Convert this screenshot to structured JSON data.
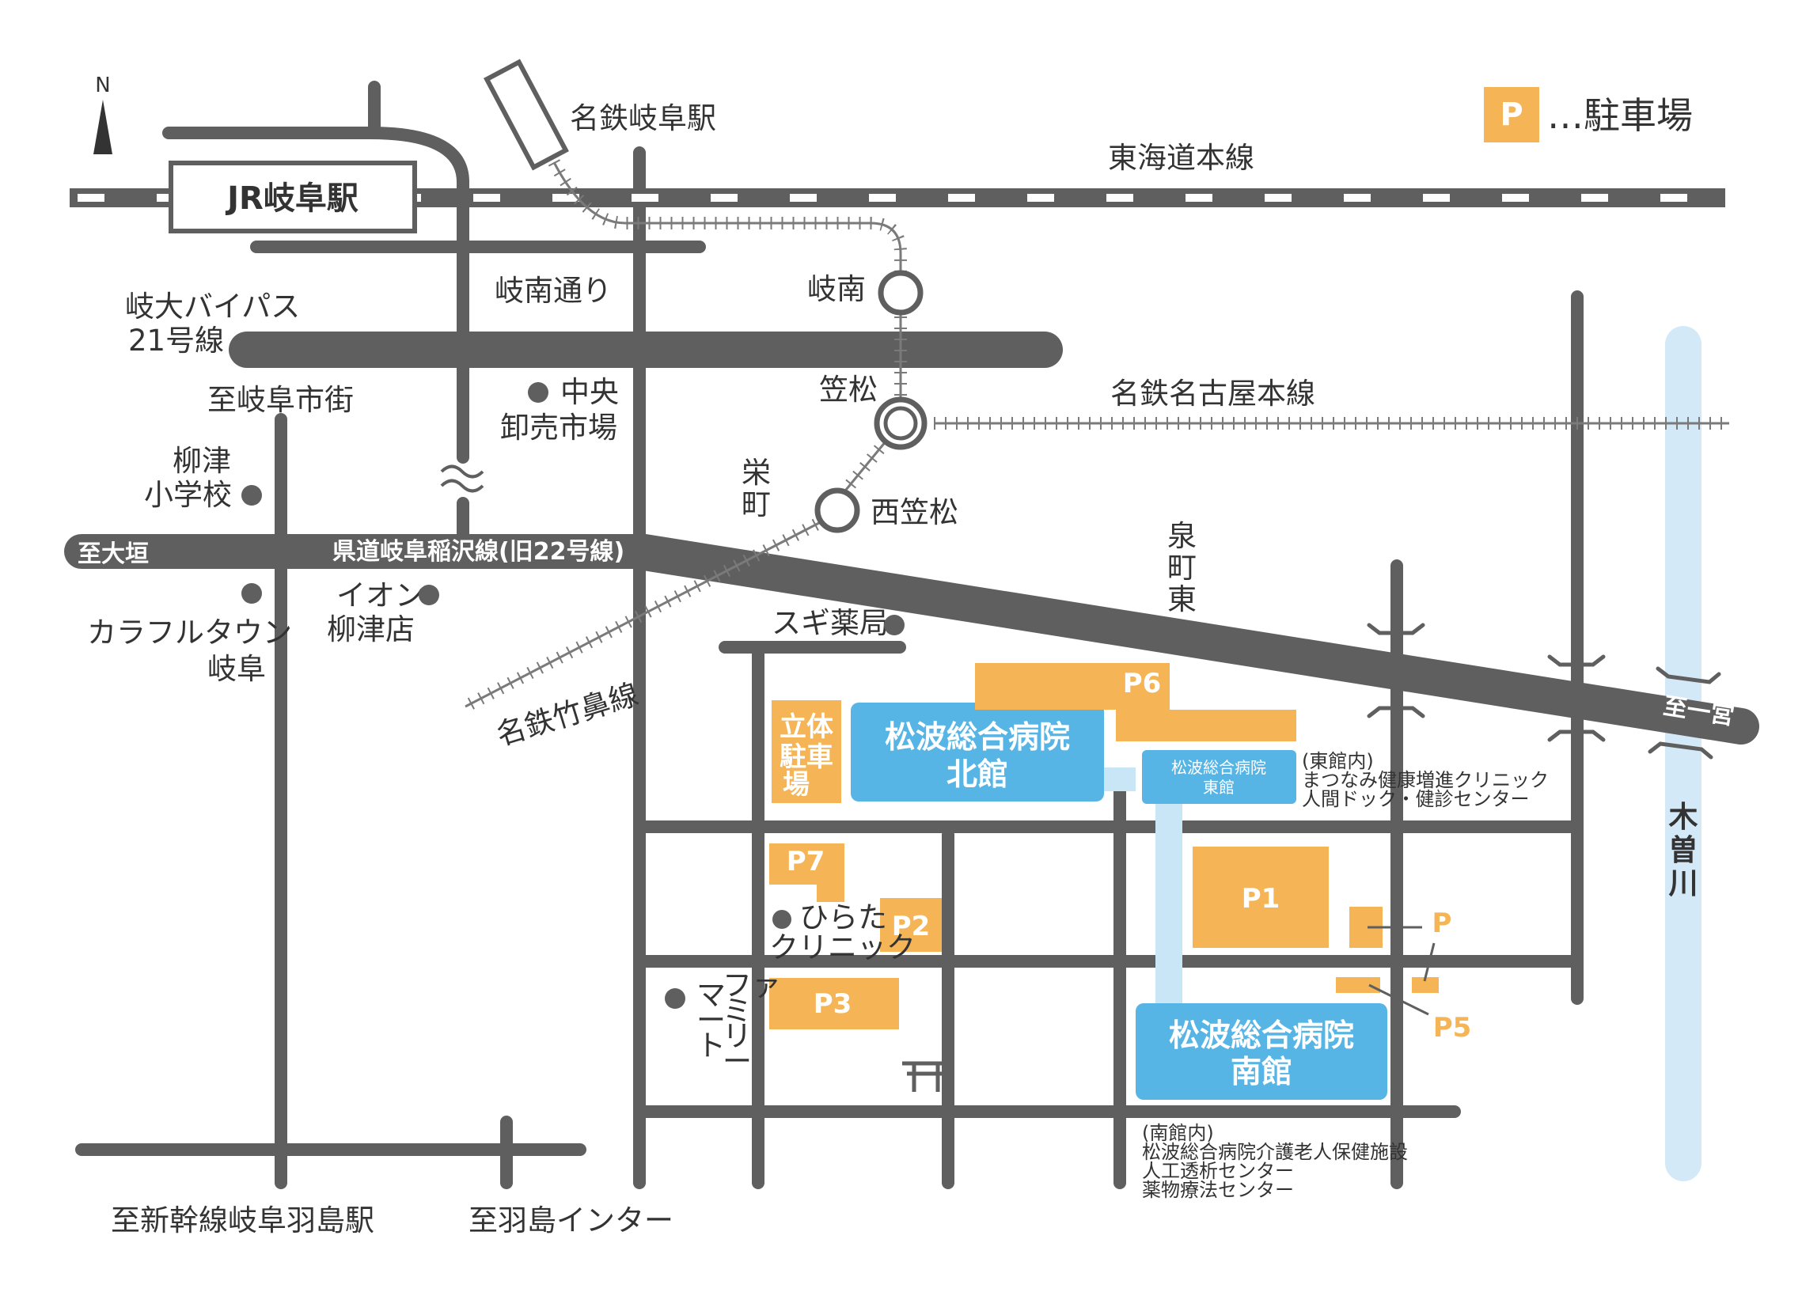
{
  "colors": {
    "road": "#5f5f5f",
    "parking": "#f5b455",
    "hospital": "#57b5e6",
    "connector": "#c9e6f7",
    "river": "#d4e9f7",
    "text": "#333333"
  },
  "compass": {
    "label": "N",
    "icon": "north-arrow-icon"
  },
  "legend": {
    "badge": "P",
    "text": "…駐車場"
  },
  "stations": {
    "jr_gifu": "JR岐阜駅",
    "meitetsu_gifu": "名鉄岐阜駅",
    "ginan": "岐南",
    "kasamatsu": "笠松",
    "nishi_kasamatsu": "西笠松"
  },
  "rail_lines": {
    "tokaido": "東海道本線",
    "meitetsu_nagoya": "名鉄名古屋本線",
    "meitetsu_takehana": "名鉄竹鼻線"
  },
  "roads": {
    "bypass_line1": "岐大バイパス",
    "bypass_line2": "21号線",
    "ginan_dori": "岐南通り",
    "to_gifu_city": "至岐阜市街",
    "to_ogaki": "至大垣",
    "prefectural_road": "県道岐阜稲沢線(旧22号線)",
    "to_ichinomiya": "至一宮",
    "sakae_machi": [
      "栄",
      "町"
    ],
    "izumi_machi_higashi": [
      "泉",
      "町",
      "東"
    ],
    "to_shinkansen": "至新幹線岐阜羽島駅",
    "to_hashima_ic": "至羽島インター"
  },
  "landmarks": {
    "market_line1": "中央",
    "market_line2": "卸売市場",
    "school_line1": "柳津",
    "school_line2": "小学校",
    "colorful_line1": "カラフルタウン",
    "colorful_line2": "岐阜",
    "aeon_line1": "イオン",
    "aeon_line2": "柳津店",
    "sugi": "スギ薬局",
    "hirata_line1": "ひらた",
    "hirata_line2": "クリニック",
    "familymart": [
      "ファ",
      "ミ",
      "リ",
      "ー",
      "マ",
      "ー",
      "ト"
    ]
  },
  "river": {
    "name": [
      "木",
      "曽",
      "川"
    ]
  },
  "parking": {
    "P1": "P1",
    "P2": "P2",
    "P3": "P3",
    "P5": "P5",
    "P6": "P6",
    "P7": "P7",
    "P": "P",
    "multistory": [
      "立体",
      "駐車",
      "場"
    ]
  },
  "hospital": {
    "north_line1": "松波総合病院",
    "north_line2": "北館",
    "east_line1": "松波総合病院",
    "east_line2": "東館",
    "south_line1": "松波総合病院",
    "south_line2": "南館"
  },
  "notes": {
    "east": [
      "(東館内)",
      "まつなみ健康増進クリニック",
      "人間ドック・健診センター"
    ],
    "south": [
      "(南館内)",
      "松波総合病院介護老人保健施設",
      "人工透析センター",
      "薬物療法センター"
    ]
  }
}
